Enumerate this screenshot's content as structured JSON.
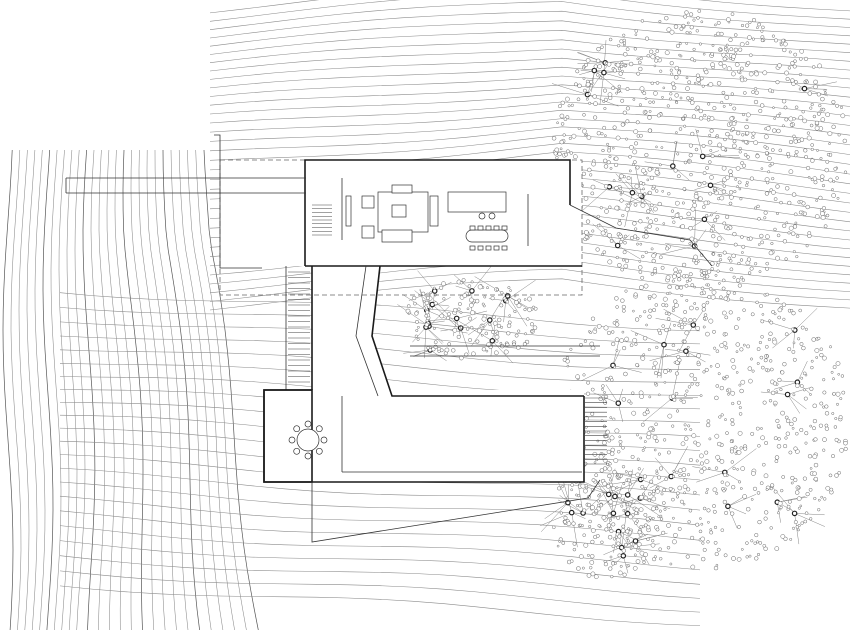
{
  "drawing": {
    "kind": "site-plan",
    "style": "black line drawing on white",
    "elements": [
      "terrain-contours",
      "house-upper-level",
      "terrace-lower-level",
      "trees",
      "furniture",
      "stairs"
    ]
  },
  "colors": {
    "background": "#ffffff",
    "line": "#1a1a1a",
    "contour": "#8a8a8a"
  }
}
